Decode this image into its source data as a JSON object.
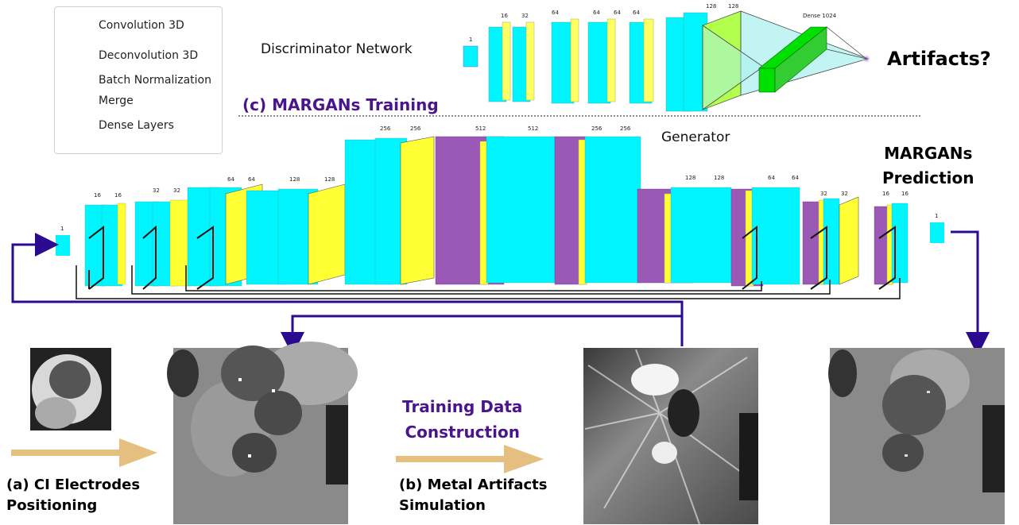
{
  "legend": {
    "items": [
      {
        "label": "Convolution 3D",
        "icon": "convolution-3d-icon",
        "color": "#00f5ff"
      },
      {
        "label": "Deconvolution 3D",
        "icon": "deconvolution-3d-icon",
        "color": "#9b59b6"
      },
      {
        "label": "Batch Normalization",
        "icon": "batch-normalization-icon",
        "color": "#ffe680"
      },
      {
        "label": "Merge",
        "icon": "merge-icon",
        "color": "#555555"
      },
      {
        "label": "Dense Layers",
        "icon": "dense-layers-icon",
        "color": "#00e000"
      }
    ]
  },
  "discriminator": {
    "title": "Discriminator Network",
    "output": "Artifacts?",
    "dense_label": "Dense 1024",
    "channel_labels": [
      "1",
      "16",
      "32",
      "64",
      "64",
      "64",
      "64",
      "128",
      "128"
    ]
  },
  "training_title": "(c) MARGANs Training",
  "generator": {
    "title": "Generator",
    "channel_labels": [
      "1",
      "16",
      "16",
      "32",
      "32",
      "64",
      "64",
      "128",
      "128",
      "256",
      "256",
      "512",
      "512",
      "256",
      "256",
      "128",
      "128",
      "64",
      "64",
      "32",
      "32",
      "16",
      "16",
      "1"
    ]
  },
  "prediction_title": [
    "MARGANs",
    "Prediction"
  ],
  "training_data": [
    "Training Data",
    "Construction"
  ],
  "step_a": [
    "(a) CI Electrodes",
    "Positioning"
  ],
  "step_b": [
    "(b) Metal Artifacts",
    "Simulation"
  ],
  "colors": {
    "conv": "#00f5ff",
    "deconv": "#9b59b6",
    "batchnorm": "#ffff33",
    "arrow_blue": "#2b0a8f",
    "arrow_tan": "#e5bf80",
    "title_purple": "#4a148c"
  }
}
